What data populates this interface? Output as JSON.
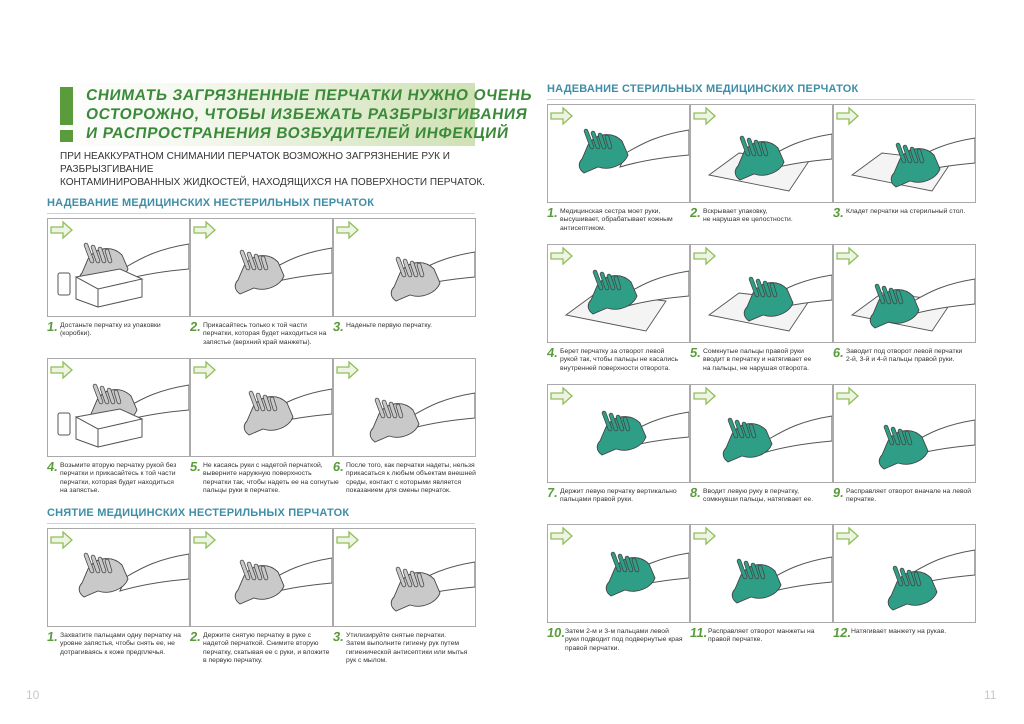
{
  "pages": {
    "left": "10",
    "right": "11"
  },
  "warning": {
    "lines": [
      "СНИМАТЬ ЗАГРЯЗНЕННЫЕ ПЕРЧАТКИ НУЖНО ОЧЕНЬ",
      "ОСТОРОЖНО, ЧТОБЫ ИЗБЕЖАТЬ РАЗБРЫЗГИВАНИЯ",
      "И РАСПРОСТРАНЕНИЯ ВОЗБУДИТЕЛЕЙ ИНФЕКЦИЙ"
    ],
    "intro_lines": [
      "ПРИ НЕАККУРАТНОМ СНИМАНИИ ПЕРЧАТОК ВОЗМОЖНО ЗАГРЯЗНЕНИЕ РУК И РАЗБРЫЗГИВАНИЕ",
      "КОНТАМИНИРОВАННЫХ ЖИДКОСТЕЙ, НАХОДЯЩИХСЯ НА ПОВЕРХНОСТИ ПЕРЧАТОК."
    ]
  },
  "colors": {
    "green": "#5a9c3c",
    "teal_title": "#3f8ea7",
    "glove_green": "#2f9e86",
    "glove_gray": "#c9c9c9"
  },
  "sections": {
    "nonsterile_on": {
      "title": "НАДЕВАНИЕ МЕДИЦИНСКИХ НЕСТЕРИЛЬНЫХ ПЕРЧАТОК",
      "steps": [
        {
          "num": "1.",
          "lines": [
            "Достаньте перчатку из упаковки",
            "(коробки)."
          ]
        },
        {
          "num": "2.",
          "lines": [
            "Прикасайтесь только к той части",
            "перчатки, которая будет находиться на",
            "запястье (верхний край манжеты)."
          ]
        },
        {
          "num": "3.",
          "lines": [
            "Наденьте первую перчатку."
          ]
        },
        {
          "num": "4.",
          "lines": [
            "Возьмите вторую перчатку рукой без",
            "перчатки и прикасайтесь к той части",
            "перчатки, которая будет находиться",
            "на запястье."
          ]
        },
        {
          "num": "5.",
          "lines": [
            "Не касаясь руки с надетой перчаткой,",
            "выверните наружную поверхность",
            "перчатки так, чтобы надеть ее на согнутые",
            "пальцы руки в перчатке."
          ]
        },
        {
          "num": "6.",
          "lines": [
            "После того, как перчатки надеты, нельзя",
            "прикасаться к любым объектам внешней",
            "среды, контакт с которыми является",
            "показанием для смены перчаток."
          ]
        }
      ]
    },
    "nonsterile_off": {
      "title": "СНЯТИЕ МЕДИЦИНСКИХ НЕСТЕРИЛЬНЫХ ПЕРЧАТОК",
      "steps": [
        {
          "num": "1.",
          "lines": [
            "Захватите пальцами одну перчатку на",
            "уровне запястья, чтобы снять ее, не",
            "дотрагиваясь к коже предплечья."
          ]
        },
        {
          "num": "2.",
          "lines": [
            "Держите снятую перчатку в руке с",
            "надетой перчаткой. Снимите вторую",
            "перчатку, скатывая ее с руки, и вложите",
            "в первую перчатку."
          ]
        },
        {
          "num": "3.",
          "lines": [
            "Утилизируйте снятые перчатки.",
            "Затем выполните гигиену рук путем",
            "гигиенической антисептики или мытья",
            "рук с мылом."
          ]
        }
      ]
    },
    "sterile_on": {
      "title": "НАДЕВАНИЕ СТЕРИЛЬНЫХ МЕДИЦИНСКИХ ПЕРЧАТОК",
      "steps": [
        {
          "num": "1.",
          "lines": [
            "Медицинская сестра моет руки,",
            "высушивает, обрабатывает кожным",
            "антисептиком."
          ]
        },
        {
          "num": "2.",
          "lines": [
            "Вскрывает упаковку,",
            "не нарушая ее целостности."
          ]
        },
        {
          "num": "3.",
          "lines": [
            "Кладет перчатки на стерильный стол."
          ]
        },
        {
          "num": "4.",
          "lines": [
            "Берет перчатку за отворот левой",
            "рукой так, чтобы пальцы не касались",
            "внутренней поверхности отворота."
          ]
        },
        {
          "num": "5.",
          "lines": [
            "Сомкнутые пальцы правой руки",
            "вводит в перчатку и натягивает ее",
            "на пальцы, не нарушая отворота."
          ]
        },
        {
          "num": "6.",
          "lines": [
            "Заводит под отворот левой перчатки",
            "2-й, 3-й и 4-й пальцы правой руки."
          ]
        },
        {
          "num": "7.",
          "lines": [
            "Держит левую перчатку вертикально",
            "пальцами правой руки."
          ]
        },
        {
          "num": "8.",
          "lines": [
            "Вводит левую руку в перчатку,",
            "сомкнувши пальцы, натягивает ее."
          ]
        },
        {
          "num": "9.",
          "lines": [
            "Расправляет отворот вначале на левой",
            "перчатке."
          ]
        },
        {
          "num": "10.",
          "lines": [
            "Затем 2-м и 3-м пальцами левой",
            "руки подводит под подвернутые края",
            "правой перчатки."
          ]
        },
        {
          "num": "11.",
          "lines": [
            "Расправляет отворот манжеты на",
            "правой перчатке."
          ]
        },
        {
          "num": "12.",
          "lines": [
            "Натягивает манжету на рукав."
          ]
        }
      ]
    }
  }
}
